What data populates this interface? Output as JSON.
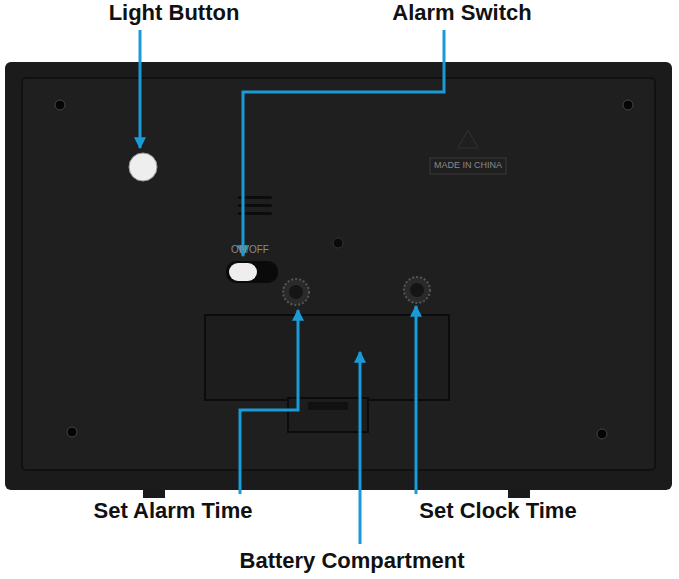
{
  "diagram": {
    "labels": [
      "Light Button",
      "Alarm Switch",
      "Set Alarm Time",
      "Set Clock Time",
      "Battery Compartment",
      "MADE IN CHINA",
      "ON/OFF"
    ]
  }
}
